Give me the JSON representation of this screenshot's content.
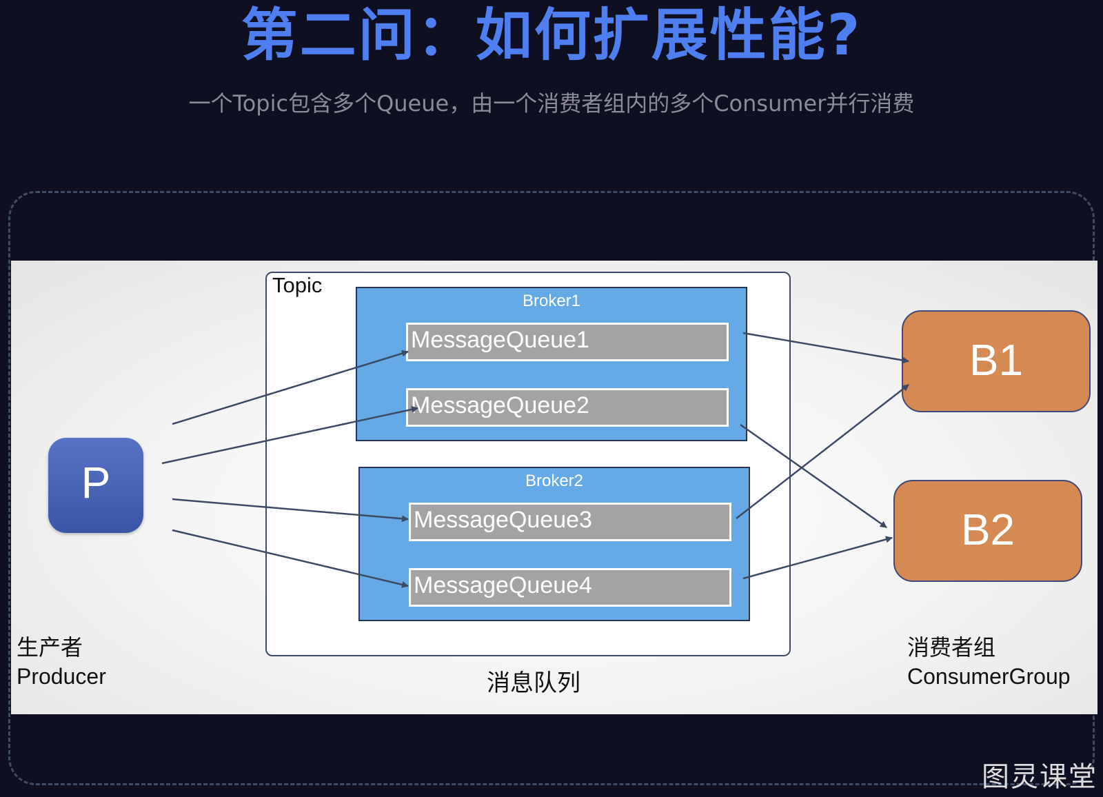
{
  "header": {
    "title": "第二问：如何扩展性能?",
    "subtitle": "一个Topic包含多个Queue，由一个消费者组内的多个Consumer并行消费"
  },
  "diagram": {
    "producer": {
      "icon_letter": "P",
      "label_cn": "生产者",
      "label_en": "Producer"
    },
    "topic": {
      "label": "Topic",
      "caption": "消息队列",
      "brokers": [
        {
          "name": "Broker1",
          "queues": [
            "MessageQueue1",
            "MessageQueue2"
          ]
        },
        {
          "name": "Broker2",
          "queues": [
            "MessageQueue3",
            "MessageQueue4"
          ]
        }
      ]
    },
    "consumer_group": {
      "label_cn": "消费者组",
      "label_en": "ConsumerGroup",
      "consumers": [
        "B1",
        "B2"
      ]
    },
    "edges": [
      {
        "from": "Producer",
        "to": "MessageQueue1"
      },
      {
        "from": "Producer",
        "to": "MessageQueue2"
      },
      {
        "from": "Producer",
        "to": "MessageQueue3"
      },
      {
        "from": "Producer",
        "to": "MessageQueue4"
      },
      {
        "from": "MessageQueue1",
        "to": "B1"
      },
      {
        "from": "MessageQueue2",
        "to": "B2"
      },
      {
        "from": "MessageQueue3",
        "to": "B1"
      },
      {
        "from": "MessageQueue4",
        "to": "B2"
      }
    ],
    "colors": {
      "broker": "#65a9e6",
      "queue": "#a3a3a3",
      "consumer": "#d48a52",
      "producer": "#4a66b8",
      "arrow": "#3d4a63"
    }
  },
  "watermark": "图灵课堂"
}
